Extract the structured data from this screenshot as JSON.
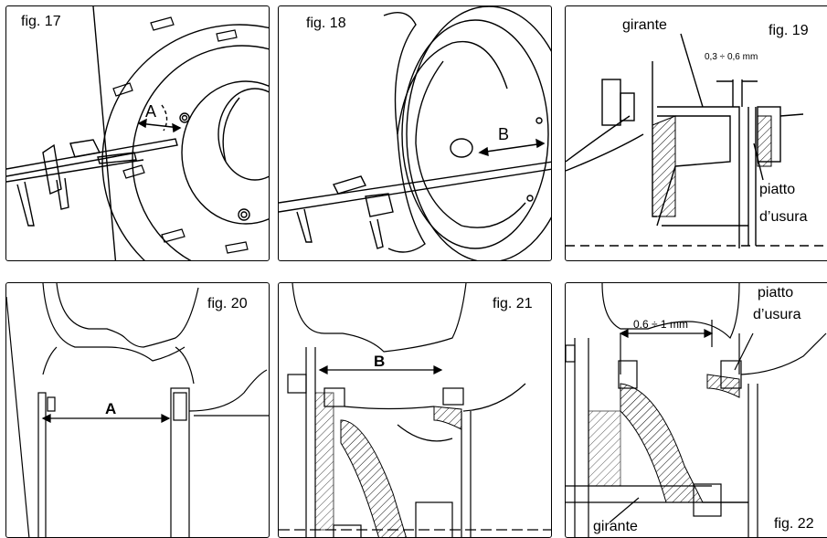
{
  "figures": {
    "fig17": {
      "label": "fig. 17",
      "dim": "A"
    },
    "fig18": {
      "label": "fig. 18",
      "dim": "B"
    },
    "fig19": {
      "label": "fig. 19",
      "girante": "girante",
      "gap": "0,3 ÷ 0,6 mm",
      "piatto1": "piatto",
      "piatto2": "d’usura"
    },
    "fig20": {
      "label": "fig. 20",
      "dim": "A"
    },
    "fig21": {
      "label": "fig. 21",
      "dim": "B"
    },
    "fig22": {
      "label": "fig. 22",
      "gap": "0.6 ÷ 1 mm",
      "piatto1": "piatto",
      "piatto2": "d’usura",
      "girante": "girante"
    }
  },
  "colors": {
    "line": "#000000",
    "background": "#ffffff"
  }
}
